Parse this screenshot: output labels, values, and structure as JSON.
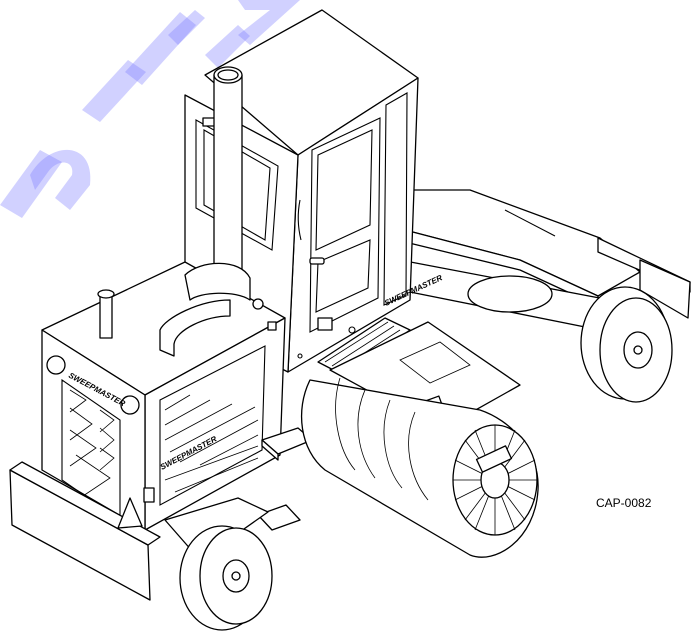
{
  "figure_code": "CAP-0082",
  "brand": {
    "front_logo": "SWEEPMASTER",
    "side_logo": "SWEEPMASTER",
    "cab_logo": "SWEEPMASTER"
  },
  "colors": {
    "line": "#000000",
    "watermark": "#7b7bff"
  }
}
